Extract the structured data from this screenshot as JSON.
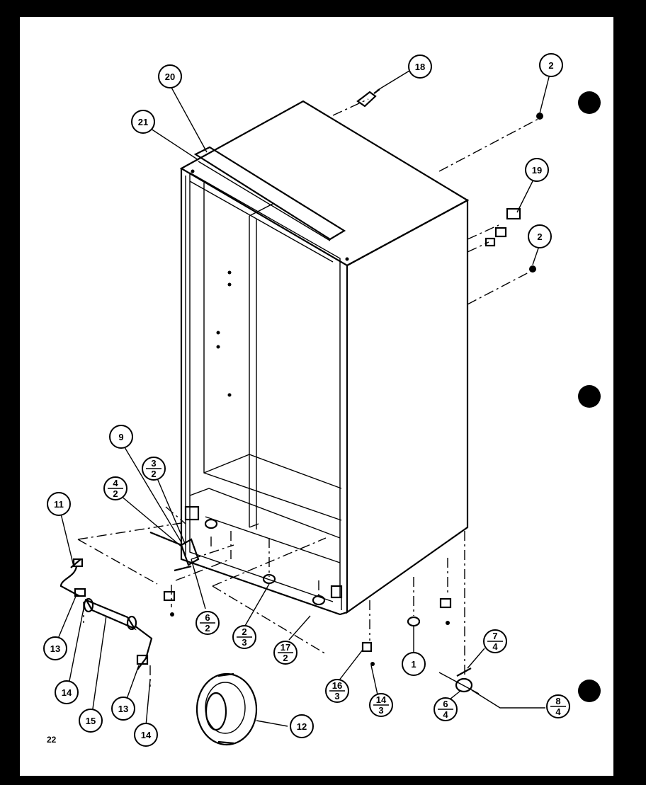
{
  "page_number": "22",
  "callouts": [
    {
      "id": "c-20",
      "top": "20",
      "bottom": ""
    },
    {
      "id": "c-21",
      "top": "21",
      "bottom": ""
    },
    {
      "id": "c-18",
      "top": "18",
      "bottom": ""
    },
    {
      "id": "c-2a",
      "top": "2",
      "bottom": ""
    },
    {
      "id": "c-19",
      "top": "19",
      "bottom": ""
    },
    {
      "id": "c-2b",
      "top": "2",
      "bottom": ""
    },
    {
      "id": "c-9",
      "top": "9",
      "bottom": ""
    },
    {
      "id": "c-3-2",
      "top": "3",
      "bottom": "2"
    },
    {
      "id": "c-4-2",
      "top": "4",
      "bottom": "2"
    },
    {
      "id": "c-11",
      "top": "11",
      "bottom": ""
    },
    {
      "id": "c-6-2",
      "top": "6",
      "bottom": "2"
    },
    {
      "id": "c-2-3",
      "top": "2",
      "bottom": "3"
    },
    {
      "id": "c-17-2",
      "top": "17",
      "bottom": "2"
    },
    {
      "id": "c-13a",
      "top": "13",
      "bottom": ""
    },
    {
      "id": "c-14a",
      "top": "14",
      "bottom": ""
    },
    {
      "id": "c-15",
      "top": "15",
      "bottom": ""
    },
    {
      "id": "c-13b",
      "top": "13",
      "bottom": ""
    },
    {
      "id": "c-14b",
      "top": "14",
      "bottom": ""
    },
    {
      "id": "c-16-3",
      "top": "16",
      "bottom": "3"
    },
    {
      "id": "c-14-3",
      "top": "14",
      "bottom": "3"
    },
    {
      "id": "c-1",
      "top": "1",
      "bottom": ""
    },
    {
      "id": "c-7-4",
      "top": "7",
      "bottom": "4"
    },
    {
      "id": "c-8-4",
      "top": "8",
      "bottom": "4"
    },
    {
      "id": "c-6-4",
      "top": "6",
      "bottom": "4"
    },
    {
      "id": "c-12",
      "top": "12",
      "bottom": ""
    }
  ]
}
